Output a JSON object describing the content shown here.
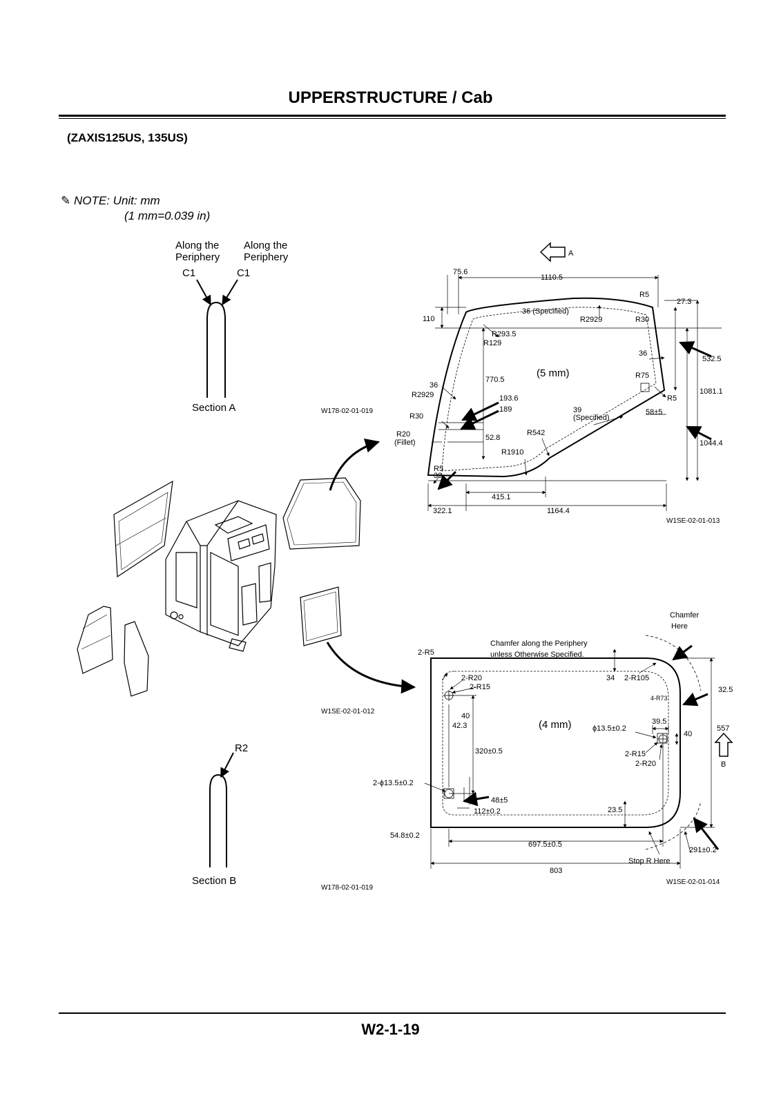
{
  "header": {
    "title": "UPPERSTRUCTURE / Cab",
    "subtitle": "(ZAXIS125US, 135US)"
  },
  "note": {
    "label": "NOTE:",
    "line1": "Unit: mm",
    "line2": "(1 mm=0.039 in)"
  },
  "section_a": {
    "left_label_1": "Along the",
    "left_label_2": "Periphery",
    "right_label_1": "Along the",
    "right_label_2": "Periphery",
    "callout_left": "C1",
    "callout_right": "C1",
    "caption": "Section A",
    "code": "W178-02-01-019"
  },
  "section_b": {
    "callout": "R2",
    "caption": "Section B",
    "code": "W178-02-01-019"
  },
  "cab_code": "W1SE-02-01-012",
  "glass_a": {
    "view_arrow": "A",
    "thickness": "(5 mm)",
    "code": "W1SE-02-01-013",
    "dims": {
      "d75_6": "75.6",
      "d1110_5": "1110.5",
      "r5_top": "R5",
      "d27_3": "27.3",
      "d36_spec": "36 (Specified)",
      "r2929_top": "R2929",
      "r30_top": "R30",
      "d110": "110",
      "r293_5": "R293.5",
      "r129": "R129",
      "d36_right": "36",
      "d532_5": "532.5",
      "d770_5": "770.5",
      "r75": "R75",
      "d1081_1": "1081.1",
      "d36_left": "36",
      "r2929_left": "R2929",
      "d193_6": "193.6",
      "d189": "189",
      "d39_spec": "39",
      "spec": "(Specified)",
      "d58": "58±5",
      "r5_right": "R5",
      "r30_left": "R30",
      "r20": "R20",
      "fillet": "(Fillet)",
      "d52_8": "52.8",
      "r542": "R542",
      "r1910": "R1910",
      "d1044_4": "1044.4",
      "r5_bottom": "R5",
      "d39": "39",
      "d415_1": "415.1",
      "d322_1": "322.1",
      "d1164_4": "1164.4"
    }
  },
  "glass_b": {
    "thickness": "(4 mm)",
    "code": "W1SE-02-01-014",
    "dims": {
      "chamfer1": "Chamfer",
      "chamfer2": "Here",
      "periphery1": "Chamfer along the Periphery",
      "periphery2": "unless Otherwise Specified.",
      "r5": "2-R5",
      "r20": "2-R20",
      "r15": "2-R15",
      "d34": "34",
      "r105": "2-R105",
      "r73": "4-R73",
      "d32_5": "32.5",
      "d40": "40",
      "d42_3": "42.3",
      "d13_5": "ϕ13.5±0.2",
      "d39_5": "39.5",
      "d40b": "40",
      "d557": "557",
      "d320": "320±0.5",
      "r15b": "2-R15",
      "r20b": "2-R20",
      "view_b": "B",
      "hole2": "2-ϕ13.5±0.2",
      "d48": "48±5",
      "d112": "112±0.2",
      "d23_5": "23.5",
      "d54_8": "54.8±0.2",
      "d697_5": "697.5±0.5",
      "stop": "Stop R Here",
      "d291": "291±0.2",
      "d803": "803"
    }
  },
  "footer": {
    "page": "W2-1-19"
  }
}
